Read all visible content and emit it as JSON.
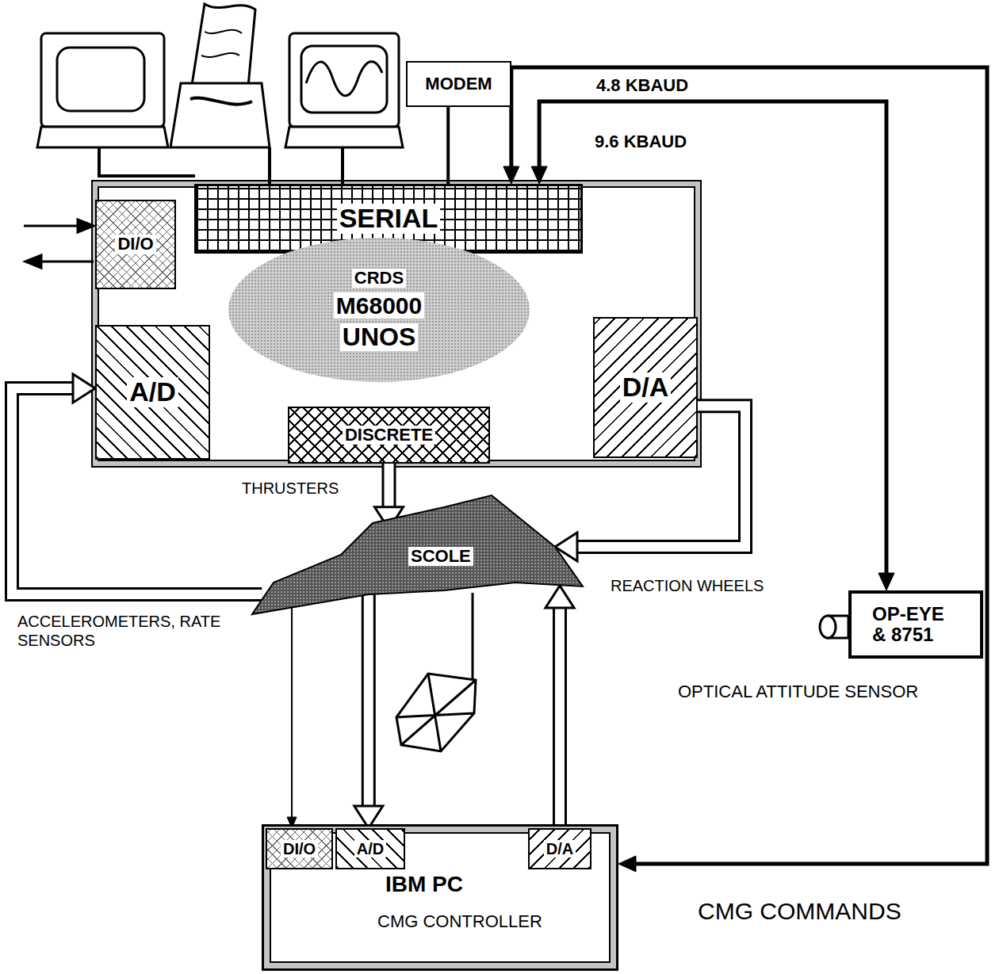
{
  "diagram": {
    "nodes": [
      {
        "text": [
          "MODEM"
        ]
      },
      {
        "text": [
          "SERIAL"
        ]
      },
      {
        "text": [
          "DI/O"
        ]
      },
      {
        "text": [
          "CRDS",
          "M68000",
          "UNOS"
        ]
      },
      {
        "text": [
          "A/D"
        ]
      },
      {
        "text": [
          "D/A"
        ]
      },
      {
        "text": [
          "DISCRETE"
        ]
      },
      {
        "text": [
          "SCOLE"
        ]
      },
      {
        "text": [
          "OP-EYE & 8751",
          "OPTICAL ATTITUDE SENSOR"
        ]
      },
      {
        "text": [
          "IBM PC",
          "CMG CONTROLLER"
        ]
      },
      {
        "text": [
          "DI/O"
        ],
        "in": 9
      },
      {
        "text": [
          "A/D"
        ],
        "in": 9
      },
      {
        "text": [
          "D/A"
        ],
        "in": 9
      }
    ],
    "edges": [
      {
        "from": 0,
        "to": 1,
        "arrow": "none"
      },
      {
        "from": 1,
        "to": 9,
        "label": "CMG COMMANDS",
        "arrow": "both"
      },
      {
        "from": 1,
        "to": 8,
        "label": "9.6 KBAUD",
        "arrow": "both"
      },
      {
        "from": 6,
        "to": 7,
        "label": "THRUSTERS",
        "arrow": "to"
      },
      {
        "from": 5,
        "to": 7,
        "label": "REACTION WHEELS",
        "arrow": "to"
      },
      {
        "from": 7,
        "to": 4,
        "label": "ACCELEROMETERS, RATE SENSORS",
        "arrow": "to"
      },
      {
        "from": 7,
        "to": 10,
        "arrow": "to"
      },
      {
        "from": 7,
        "to": 11,
        "arrow": "to"
      },
      {
        "from": 12,
        "to": 7,
        "arrow": "to"
      }
    ],
    "labels": [
      "4.8 KBAUD"
    ]
  }
}
